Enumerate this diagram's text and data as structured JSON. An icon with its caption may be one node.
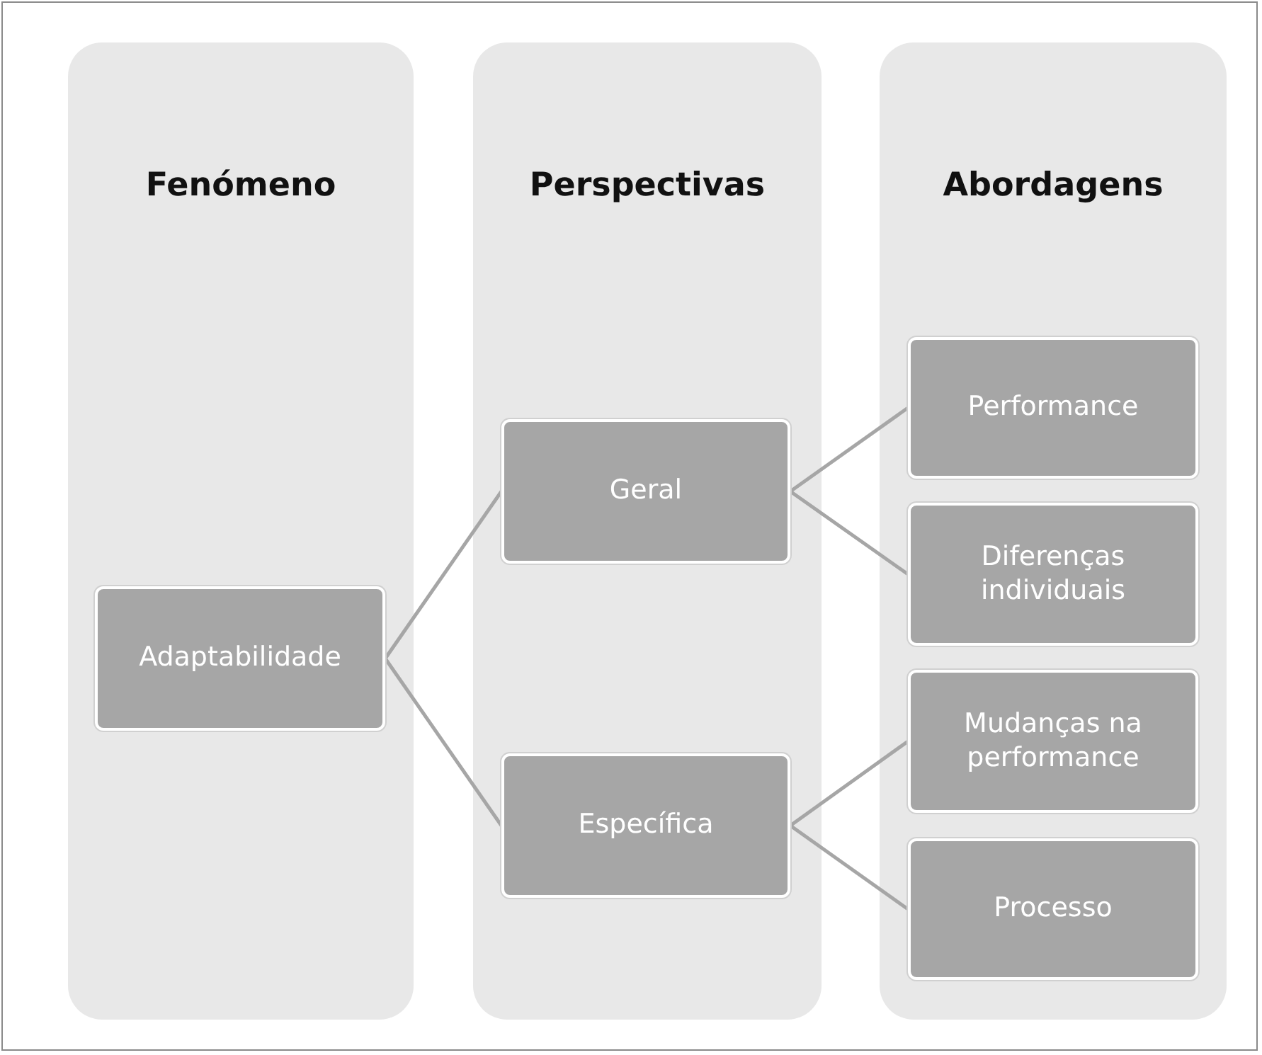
{
  "diagram": {
    "nodes": [
      {
        "text": [
          "Fenómeno"
        ]
      },
      {
        "text": [
          "Perspectivas"
        ]
      },
      {
        "text": [
          "Abordagens"
        ]
      },
      {
        "text": [
          "Adaptabilidade"
        ],
        "in": 0
      },
      {
        "text": [
          "Geral"
        ],
        "in": 1
      },
      {
        "text": [
          "Específica"
        ],
        "in": 1
      },
      {
        "text": [
          "Performance"
        ],
        "in": 2
      },
      {
        "text": [
          "Diferenças individuais"
        ],
        "in": 2
      },
      {
        "text": [
          "Mudanças na performance"
        ],
        "in": 2
      },
      {
        "text": [
          "Processo"
        ],
        "in": 2
      }
    ],
    "edges": [
      {
        "from": 3,
        "to": 4,
        "arrow": "none"
      },
      {
        "from": 3,
        "to": 5,
        "arrow": "none"
      },
      {
        "from": 4,
        "to": 6,
        "arrow": "none"
      },
      {
        "from": 4,
        "to": 7,
        "arrow": "none"
      },
      {
        "from": 5,
        "to": 8,
        "arrow": "none"
      },
      {
        "from": 5,
        "to": 9,
        "arrow": "none"
      }
    ]
  }
}
